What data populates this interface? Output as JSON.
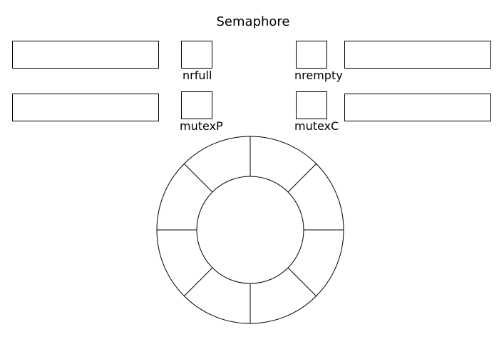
{
  "title": "Semaphore",
  "semaphores": {
    "nrfull": "nrfull",
    "nrempty": "nrempty",
    "mutexP": "mutexP",
    "mutexC": "mutexC"
  },
  "buffer": {
    "slots": 8
  }
}
